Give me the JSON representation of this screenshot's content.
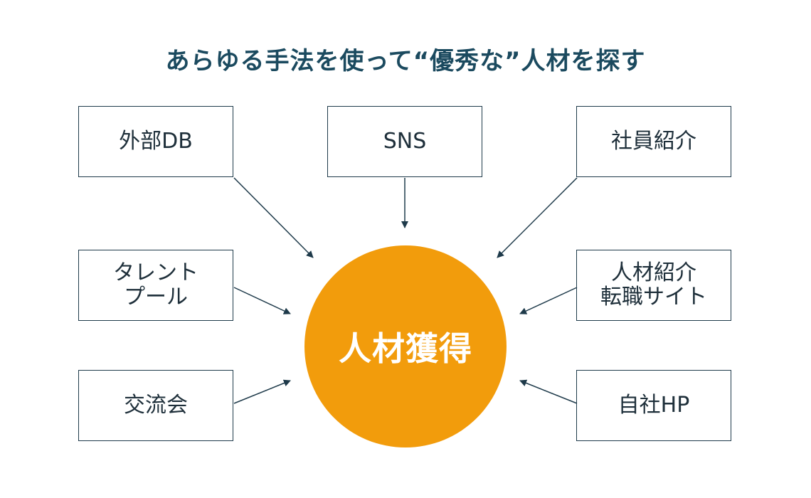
{
  "title": "あらゆる手法を使って“優秀な”人材を探す",
  "center": {
    "label": "人材獲得",
    "color": "#f29c0c"
  },
  "sources": {
    "external_db": "外部DB",
    "sns": "SNS",
    "employee_referral": "社員紹介",
    "talent_pool_line1": "タレント",
    "talent_pool_line2": "プール",
    "agency_line1": "人材紹介",
    "agency_line2": "転職サイト",
    "networking_event": "交流会",
    "company_hp": "自社HP"
  },
  "colors": {
    "line": "#1e3a4a",
    "title": "#1b4a5f"
  }
}
